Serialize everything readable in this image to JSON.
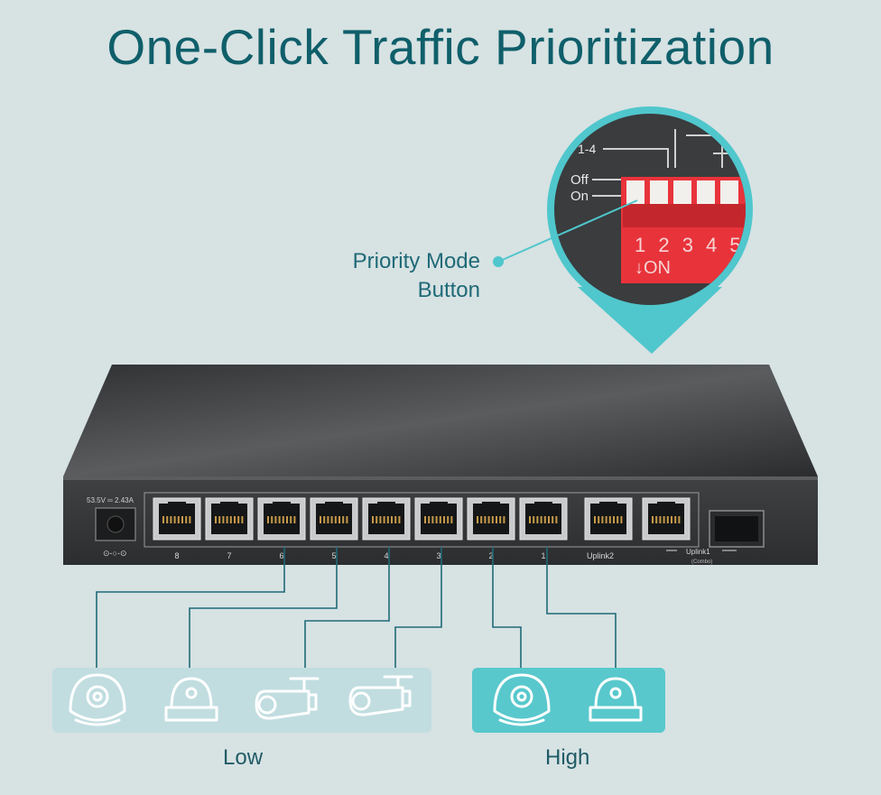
{
  "title": "One-Click Traffic Prioritization",
  "callout": {
    "label_line1": "Priority Mode",
    "label_line2": "Button",
    "dip_group": "1-4",
    "off": "Off",
    "on": "On",
    "switch_numbers": "1 2 3 4 5",
    "on_marker": "↓ON"
  },
  "switch": {
    "power_rating": "53.5V ═ 2.43A",
    "ports": [
      "8",
      "7",
      "6",
      "5",
      "4",
      "3",
      "2",
      "1"
    ],
    "uplink2": "Uplink2",
    "uplink1": "Uplink1",
    "combo": "(Combo)"
  },
  "groups": {
    "low": "Low",
    "high": "High"
  },
  "colors": {
    "title": "#0f5f6a",
    "accent": "#4fc7cc",
    "low_panel": "#c1dde0",
    "high_panel": "#58c8cc",
    "dip_switch": "#e8333b"
  }
}
